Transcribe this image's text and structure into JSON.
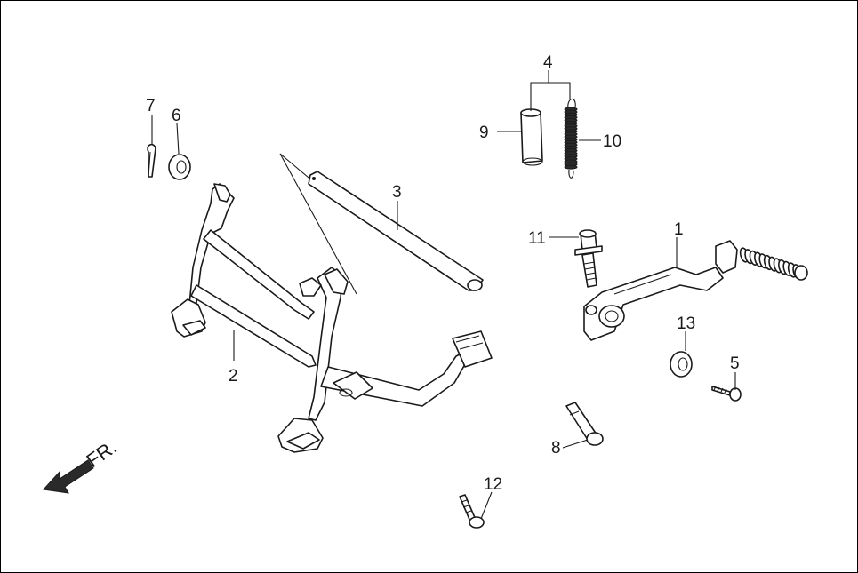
{
  "diagram": {
    "direction_label": "FR.",
    "callouts": [
      {
        "id": "c1",
        "text": "1"
      },
      {
        "id": "c2",
        "text": "2"
      },
      {
        "id": "c3",
        "text": "3"
      },
      {
        "id": "c4",
        "text": "4"
      },
      {
        "id": "c5",
        "text": "5"
      },
      {
        "id": "c6",
        "text": "6"
      },
      {
        "id": "c7",
        "text": "7"
      },
      {
        "id": "c8",
        "text": "8"
      },
      {
        "id": "c9",
        "text": "9"
      },
      {
        "id": "c10",
        "text": "10"
      },
      {
        "id": "c11",
        "text": "11"
      },
      {
        "id": "c12",
        "text": "12"
      },
      {
        "id": "c13",
        "text": "13"
      }
    ]
  },
  "colors": {
    "line": "#1a1a1a",
    "background": "#ffffff"
  }
}
